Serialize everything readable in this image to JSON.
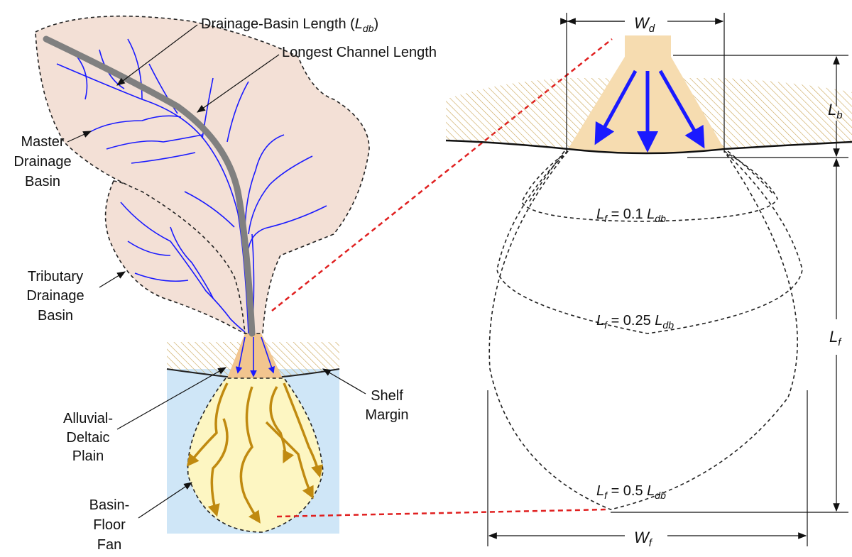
{
  "labels": {
    "drainage_basin_length": "Drainage-Basin Length (",
    "drainage_basin_length_sym": "L",
    "drainage_basin_length_sub": "db",
    "drainage_basin_length_close": ")",
    "longest_channel": "Longest Channel Length",
    "master_basin": [
      "Master",
      "Drainage",
      "Basin"
    ],
    "tributary_basin": [
      "Tributary",
      "Drainage",
      "Basin"
    ],
    "shelf_margin": [
      "Shelf",
      "Margin"
    ],
    "alluvial_plain": [
      "Alluvial-",
      "Deltaic",
      "Plain"
    ],
    "basin_floor_fan": [
      "Basin-",
      "Floor",
      "Fan"
    ]
  },
  "dimensions": {
    "wd": {
      "sym": "W",
      "sub": "d"
    },
    "lb": {
      "sym": "L",
      "sub": "b"
    },
    "lf": {
      "sym": "L",
      "sub": "f"
    },
    "wf": {
      "sym": "W",
      "sub": "f"
    }
  },
  "fan_lengths": [
    {
      "sym": "L",
      "sub": "f",
      "eq": " = 0.1 ",
      "sym2": "L",
      "sub2": "db"
    },
    {
      "sym": "L",
      "sub": "f",
      "eq": " = 0.25 ",
      "sym2": "L",
      "sub2": "db"
    },
    {
      "sym": "L",
      "sub": "f",
      "eq": " = 0.5 ",
      "sym2": "L",
      "sub2": "db"
    }
  ],
  "colors": {
    "basin_fill": "#f3e0d6",
    "channel": "#1a1aff",
    "water": "#cfe6f7",
    "fan": "#fdf6c2",
    "hatch": "#c9a455",
    "connector": "#e02020"
  }
}
